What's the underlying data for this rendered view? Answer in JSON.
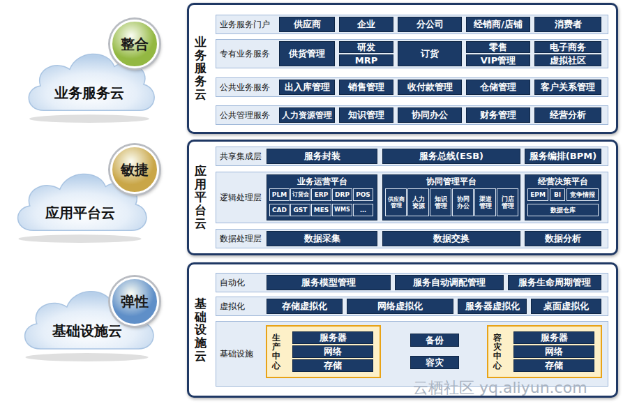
{
  "diagram": {
    "nodes": [
      {
        "text": [
          "业务服务云"
        ]
      },
      {
        "text": [
          "整合"
        ]
      },
      {
        "text": [
          "应用平台云"
        ]
      },
      {
        "text": [
          "敏捷"
        ]
      },
      {
        "text": [
          "基础设施云"
        ]
      },
      {
        "text": [
          "弹性"
        ]
      },
      {
        "text": [
          "业务服务云"
        ]
      },
      {
        "text": [
          "业务服务门户"
        ],
        "in": 6
      },
      {
        "text": [
          "供应商"
        ],
        "in": 7
      },
      {
        "text": [
          "企业"
        ],
        "in": 7
      },
      {
        "text": [
          "分公司"
        ],
        "in": 7
      },
      {
        "text": [
          "经销商/店铺"
        ],
        "in": 7
      },
      {
        "text": [
          "消费者"
        ],
        "in": 7
      },
      {
        "text": [
          "专有业务服务"
        ],
        "in": 6
      },
      {
        "text": [
          "供货管理"
        ],
        "in": 13
      },
      {
        "text": [
          "研发"
        ],
        "in": 13
      },
      {
        "text": [
          "MRP"
        ],
        "in": 13
      },
      {
        "text": [
          "订货"
        ],
        "in": 13
      },
      {
        "text": [
          "零售"
        ],
        "in": 13
      },
      {
        "text": [
          "VIP管理"
        ],
        "in": 13
      },
      {
        "text": [
          "电子商务"
        ],
        "in": 13
      },
      {
        "text": [
          "虚拟社区"
        ],
        "in": 13
      },
      {
        "text": [
          "公共业务服务"
        ],
        "in": 6
      },
      {
        "text": [
          "出入库管理"
        ],
        "in": 22
      },
      {
        "text": [
          "销售管理"
        ],
        "in": 22
      },
      {
        "text": [
          "收付款管理"
        ],
        "in": 22
      },
      {
        "text": [
          "仓储管理"
        ],
        "in": 22
      },
      {
        "text": [
          "客户关系管理"
        ],
        "in": 22
      },
      {
        "text": [
          "公共管理服务"
        ],
        "in": 6
      },
      {
        "text": [
          "人力资源管理"
        ],
        "in": 28
      },
      {
        "text": [
          "知识管理"
        ],
        "in": 28
      },
      {
        "text": [
          "协同办公"
        ],
        "in": 28
      },
      {
        "text": [
          "财务管理"
        ],
        "in": 28
      },
      {
        "text": [
          "经营分析"
        ],
        "in": 28
      },
      {
        "text": [
          "应用平台云"
        ]
      },
      {
        "text": [
          "共享集成层"
        ],
        "in": 34
      },
      {
        "text": [
          "服务封装"
        ],
        "in": 35
      },
      {
        "text": [
          "服务总线(ESB)"
        ],
        "in": 35
      },
      {
        "text": [
          "服务编排(BPM)"
        ],
        "in": 35
      },
      {
        "text": [
          "逻辑处理层"
        ],
        "in": 34
      },
      {
        "text": [
          "业务运营平台"
        ],
        "in": 39
      },
      {
        "text": [
          "PLM"
        ],
        "in": 40
      },
      {
        "text": [
          "订货会"
        ],
        "in": 40
      },
      {
        "text": [
          "ERP"
        ],
        "in": 40
      },
      {
        "text": [
          "DRP"
        ],
        "in": 40
      },
      {
        "text": [
          "POS"
        ],
        "in": 40
      },
      {
        "text": [
          "CAD"
        ],
        "in": 40
      },
      {
        "text": [
          "GST"
        ],
        "in": 40
      },
      {
        "text": [
          "MES"
        ],
        "in": 40
      },
      {
        "text": [
          "WMS"
        ],
        "in": 40
      },
      {
        "text": [
          "…"
        ],
        "in": 40
      },
      {
        "text": [
          "协同管理平台"
        ],
        "in": 39
      },
      {
        "text": [
          "供应商管理"
        ],
        "in": 51
      },
      {
        "text": [
          "人力资源"
        ],
        "in": 51
      },
      {
        "text": [
          "知识管理"
        ],
        "in": 51
      },
      {
        "text": [
          "协同办公"
        ],
        "in": 51
      },
      {
        "text": [
          "渠道管理"
        ],
        "in": 51
      },
      {
        "text": [
          "门店管理"
        ],
        "in": 51
      },
      {
        "text": [
          "经营决策平台"
        ],
        "in": 39
      },
      {
        "text": [
          "EPM"
        ],
        "in": 58
      },
      {
        "text": [
          "BI"
        ],
        "in": 58
      },
      {
        "text": [
          "竞争情报"
        ],
        "in": 58
      },
      {
        "text": [
          "数据仓库"
        ],
        "in": 58
      },
      {
        "text": [
          "数据处理层"
        ],
        "in": 34
      },
      {
        "text": [
          "数据采集"
        ],
        "in": 63
      },
      {
        "text": [
          "数据交换"
        ],
        "in": 63
      },
      {
        "text": [
          "数据分析"
        ],
        "in": 63
      },
      {
        "text": [
          "基础设施云"
        ]
      },
      {
        "text": [
          "自动化"
        ],
        "in": 67
      },
      {
        "text": [
          "服务模型管理"
        ],
        "in": 68
      },
      {
        "text": [
          "服务自动调配管理"
        ],
        "in": 68
      },
      {
        "text": [
          "服务生命周期管理"
        ],
        "in": 68
      },
      {
        "text": [
          "虚拟化"
        ],
        "in": 67
      },
      {
        "text": [
          "存储虚拟化"
        ],
        "in": 72
      },
      {
        "text": [
          "网络虚拟化"
        ],
        "in": 72
      },
      {
        "text": [
          "服务器虚拟化"
        ],
        "in": 72
      },
      {
        "text": [
          "桌面虚拟化"
        ],
        "in": 72
      },
      {
        "text": [
          "基础设施"
        ],
        "in": 67
      },
      {
        "text": [
          "生产中心"
        ],
        "in": 77
      },
      {
        "text": [
          "服务器"
        ],
        "in": 78
      },
      {
        "text": [
          "网络"
        ],
        "in": 78
      },
      {
        "text": [
          "存储"
        ],
        "in": 78
      },
      {
        "text": [
          "备份"
        ],
        "in": 77
      },
      {
        "text": [
          "容灾"
        ],
        "in": 77
      },
      {
        "text": [
          "容灾中心"
        ],
        "in": 77
      },
      {
        "text": [
          "服务器"
        ],
        "in": 84
      },
      {
        "text": [
          "网络"
        ],
        "in": 84
      },
      {
        "text": [
          "存储"
        ],
        "in": 84
      }
    ],
    "edges": [
      {
        "from": 78,
        "to": 84,
        "arrow": "none"
      }
    ],
    "labels": [
      "云栖社区 yq.aliyun.com"
    ]
  }
}
